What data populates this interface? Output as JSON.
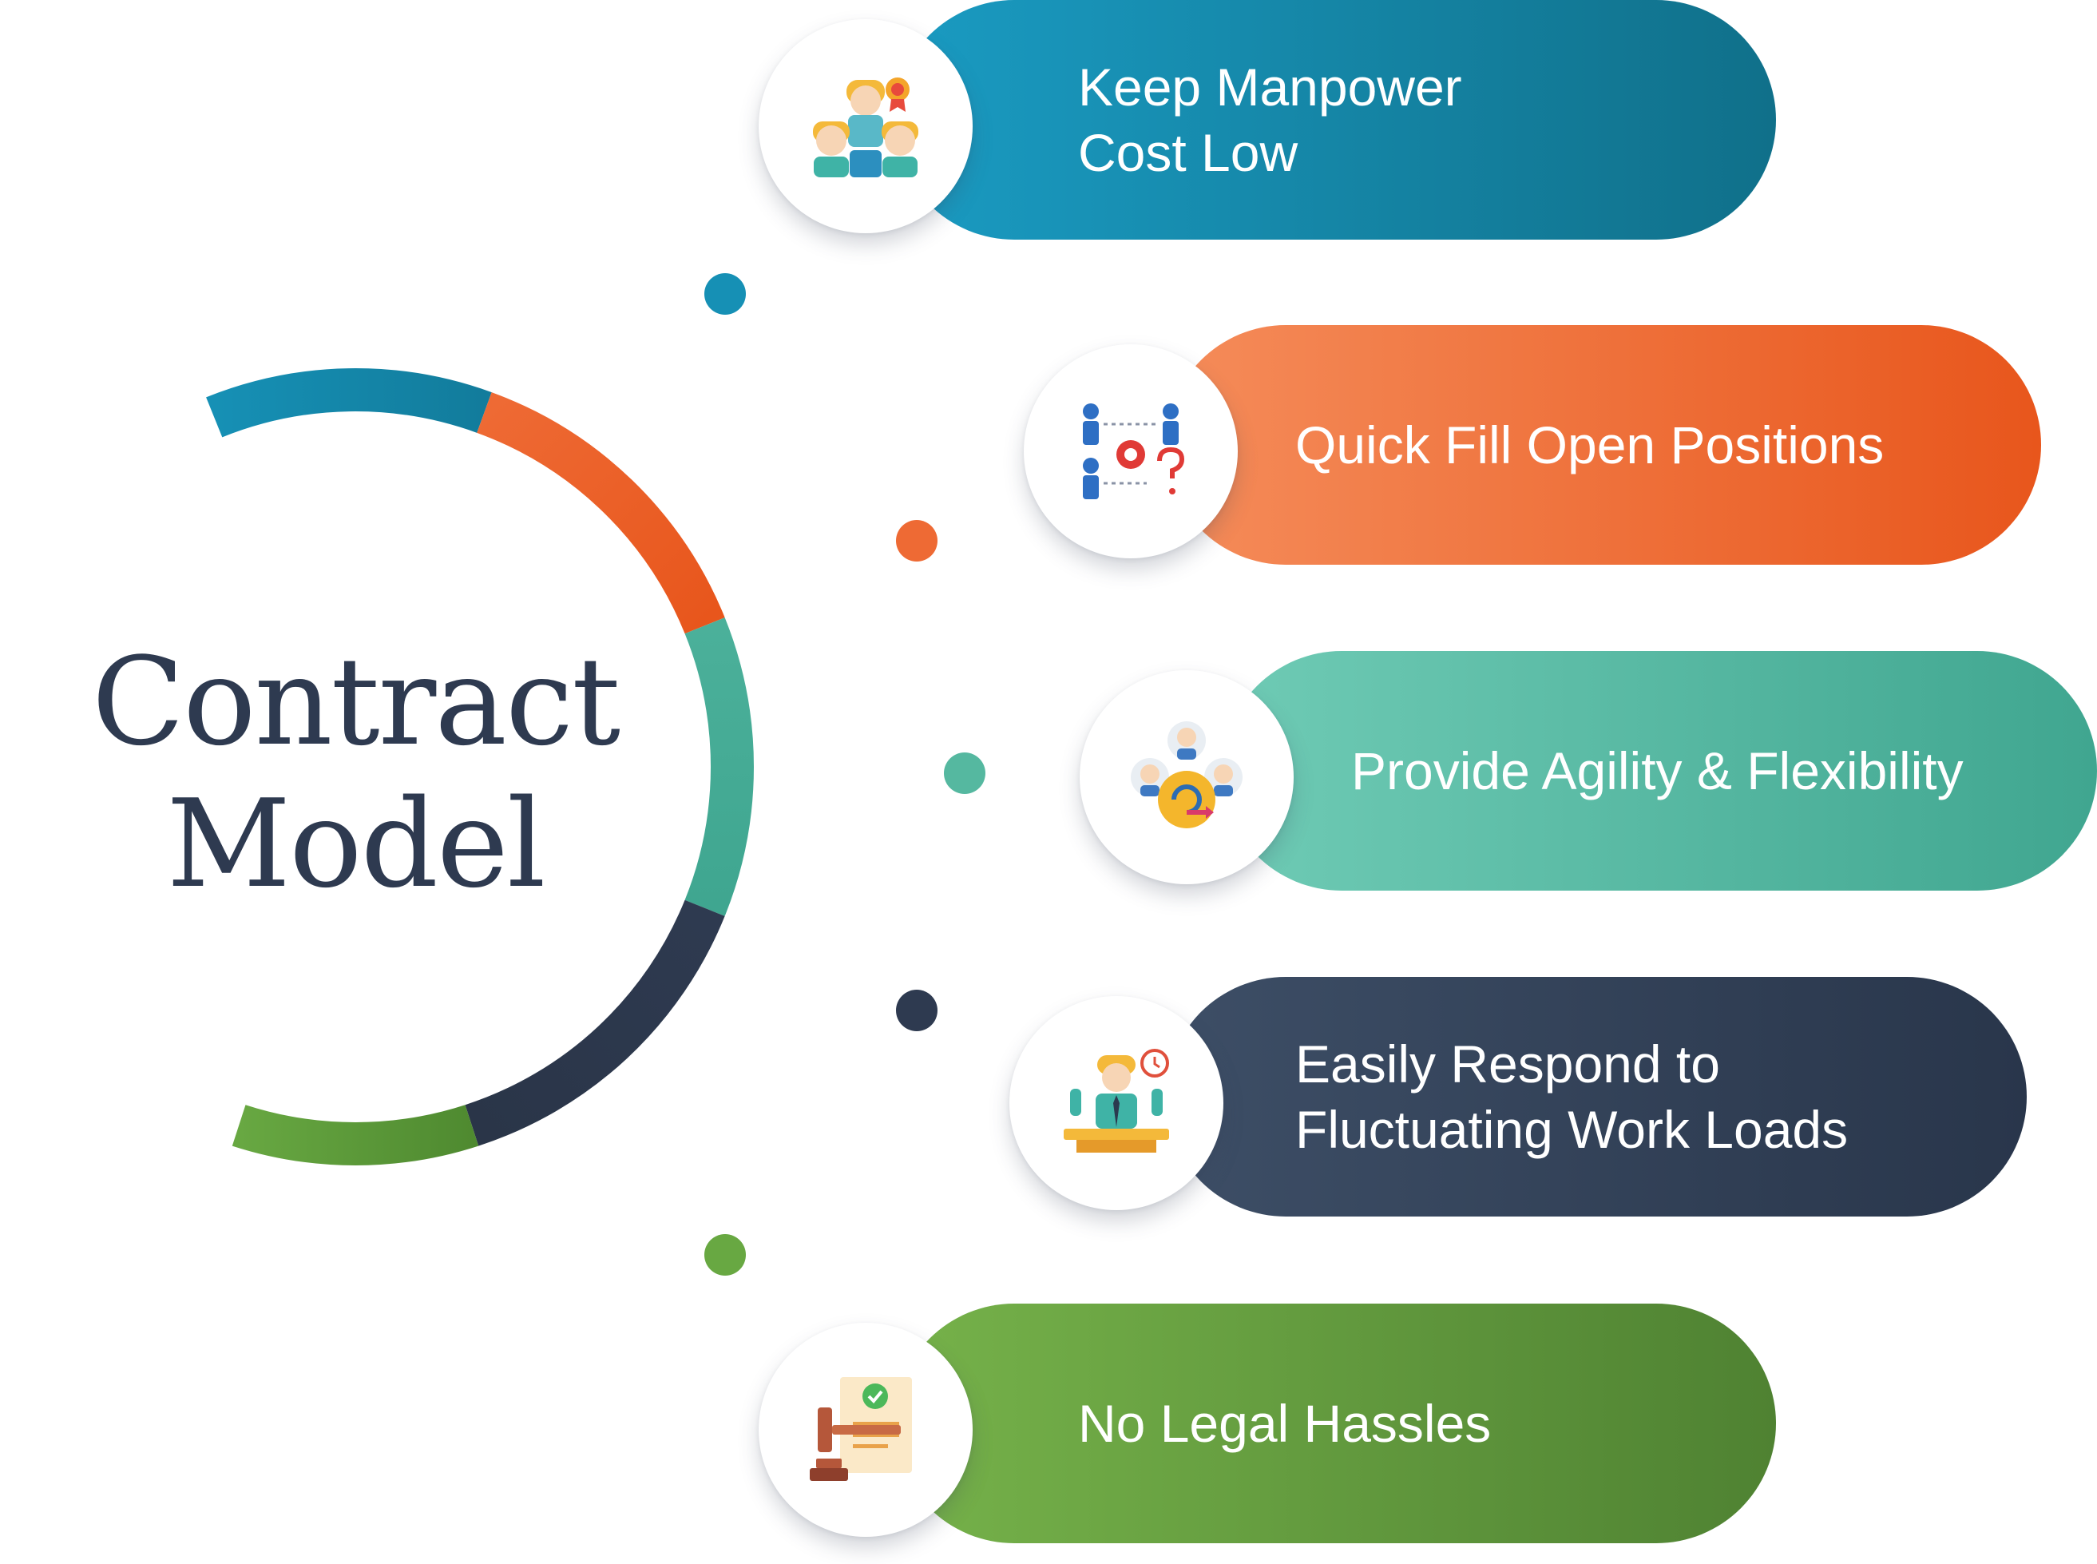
{
  "title": {
    "line1": "Contract",
    "line2": "Model"
  },
  "benefits": [
    {
      "text": [
        "Keep Manpower",
        "Cost Low"
      ],
      "icon": "team-cost-icon",
      "color_start": "#1a9bc2",
      "color_end": "#10708a"
    },
    {
      "text": [
        "Quick Fill Open Positions"
      ],
      "icon": "staffing-positions-icon",
      "color_start": "#f58c5a",
      "color_end": "#e8561c"
    },
    {
      "text": [
        "Provide Agility & Flexibility"
      ],
      "icon": "agile-team-icon",
      "color_start": "#6fcbb5",
      "color_end": "#40a690"
    },
    {
      "text": [
        "Easily Respond to",
        "Fluctuating Work Loads"
      ],
      "icon": "busy-worker-icon",
      "color_start": "#3d4e66",
      "color_end": "#29364b"
    },
    {
      "text": [
        "No Legal Hassles"
      ],
      "icon": "legal-gavel-icon",
      "color_start": "#76b24a",
      "color_end": "#4f8232"
    }
  ],
  "colors": {
    "title": "#2e3a50",
    "blue": "#1690b5",
    "orange": "#ee6a34",
    "teal": "#4bb09a",
    "navy": "#2e3a50",
    "green": "#68a842"
  }
}
